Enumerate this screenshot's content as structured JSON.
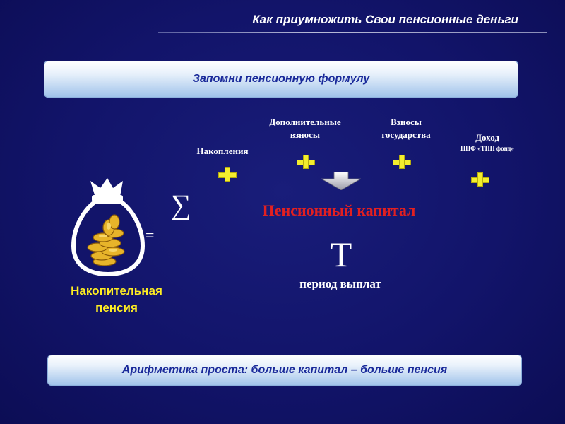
{
  "header": {
    "title": "Как  приумножить Свои пенсионные деньги"
  },
  "banner_top": {
    "text": "Запомни пенсионную формулу"
  },
  "banner_bottom": {
    "text": "Арифметика проста: больше капитал – больше пенсия"
  },
  "formula": {
    "terms": {
      "accumulations": "Накопления",
      "additional_line1": "Дополнительные",
      "additional_line2": "взносы",
      "state_line1": "Взносы",
      "state_line2": "государства",
      "income_line1": "Доход",
      "income_line2": "НПФ «ТПП фонд»"
    },
    "sigma": "∑",
    "equals": "=",
    "numerator": "Пенсионный капитал",
    "denominator_letter": "Т",
    "denominator_label": "период выплат"
  },
  "bag_caption": {
    "line1": "Накопительная",
    "line2": "пенсия"
  },
  "colors": {
    "background": "#12146a",
    "accent_red": "#e32020",
    "accent_yellow": "#ffee22",
    "plus_yellow": "#f4ee2e",
    "banner_text": "#1a2a9a"
  },
  "icons": [
    "plus-icon",
    "down-arrow-icon",
    "money-bag-icon",
    "sigma-symbol"
  ]
}
